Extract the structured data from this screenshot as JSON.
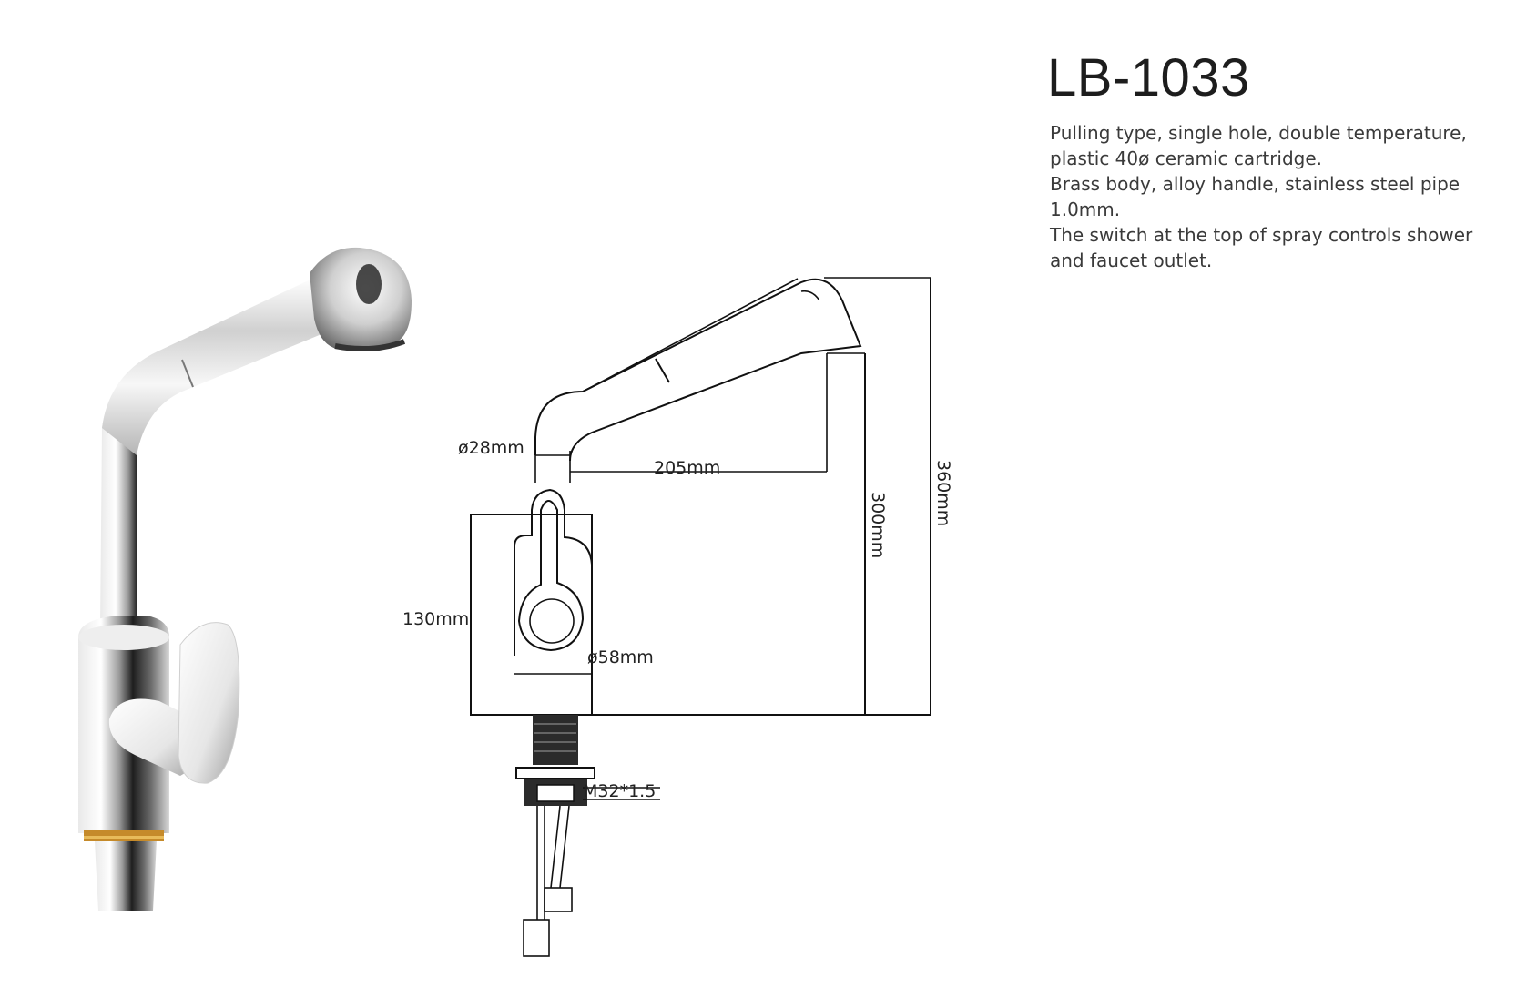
{
  "product": {
    "model": "LB-1033",
    "description_lines": [
      "Pulling type, single hole, double temperature,",
      "plastic 40ø ceramic cartridge.",
      "Brass body, alloy handle, stainless steel pipe",
      "1.0mm.",
      "The switch at the top of spray controls shower",
      "and faucet outlet."
    ]
  },
  "dimensions": {
    "spout_diameter": "ø28mm",
    "reach": "205mm",
    "base_height": "130mm",
    "base_diameter": "ø58mm",
    "spout_height": "300mm",
    "total_height": "360mm",
    "thread": "M32*1.5"
  },
  "colors": {
    "line": "#111111",
    "chrome_dark": "#1a1a1a",
    "chrome_light": "#f4f4f4",
    "brass": "#c58a2a"
  }
}
